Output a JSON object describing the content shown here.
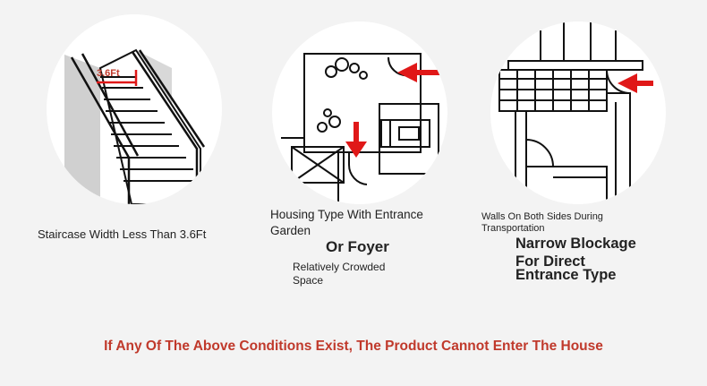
{
  "colors": {
    "background": "#f3f3f3",
    "circle": "#ffffff",
    "arrow": "#e01818",
    "warning_text": "#c0392b"
  },
  "panel1": {
    "icon": "staircase-icon",
    "width_label": "3.6Ft",
    "caption": "Staircase Width Less Than 3.6Ft"
  },
  "panel2": {
    "icon": "floor-plan-garden-icon",
    "caption_line1": "Housing Type With Entrance",
    "caption_line2": "Garden",
    "caption_big": "Or Foyer",
    "caption_small_line1": "Relatively Crowded",
    "caption_small_line2": "Space"
  },
  "panel3": {
    "icon": "narrow-walls-icon",
    "caption_small_line1": "Walls On Both Sides During",
    "caption_small_line2": "Transportation",
    "caption_big_line1": "Narrow Blockage",
    "caption_big_line2": "For Direct",
    "caption_big_line3": "Entrance Type"
  },
  "footer": {
    "warning": "If Any Of The Above Conditions Exist, The Product Cannot Enter The House"
  }
}
